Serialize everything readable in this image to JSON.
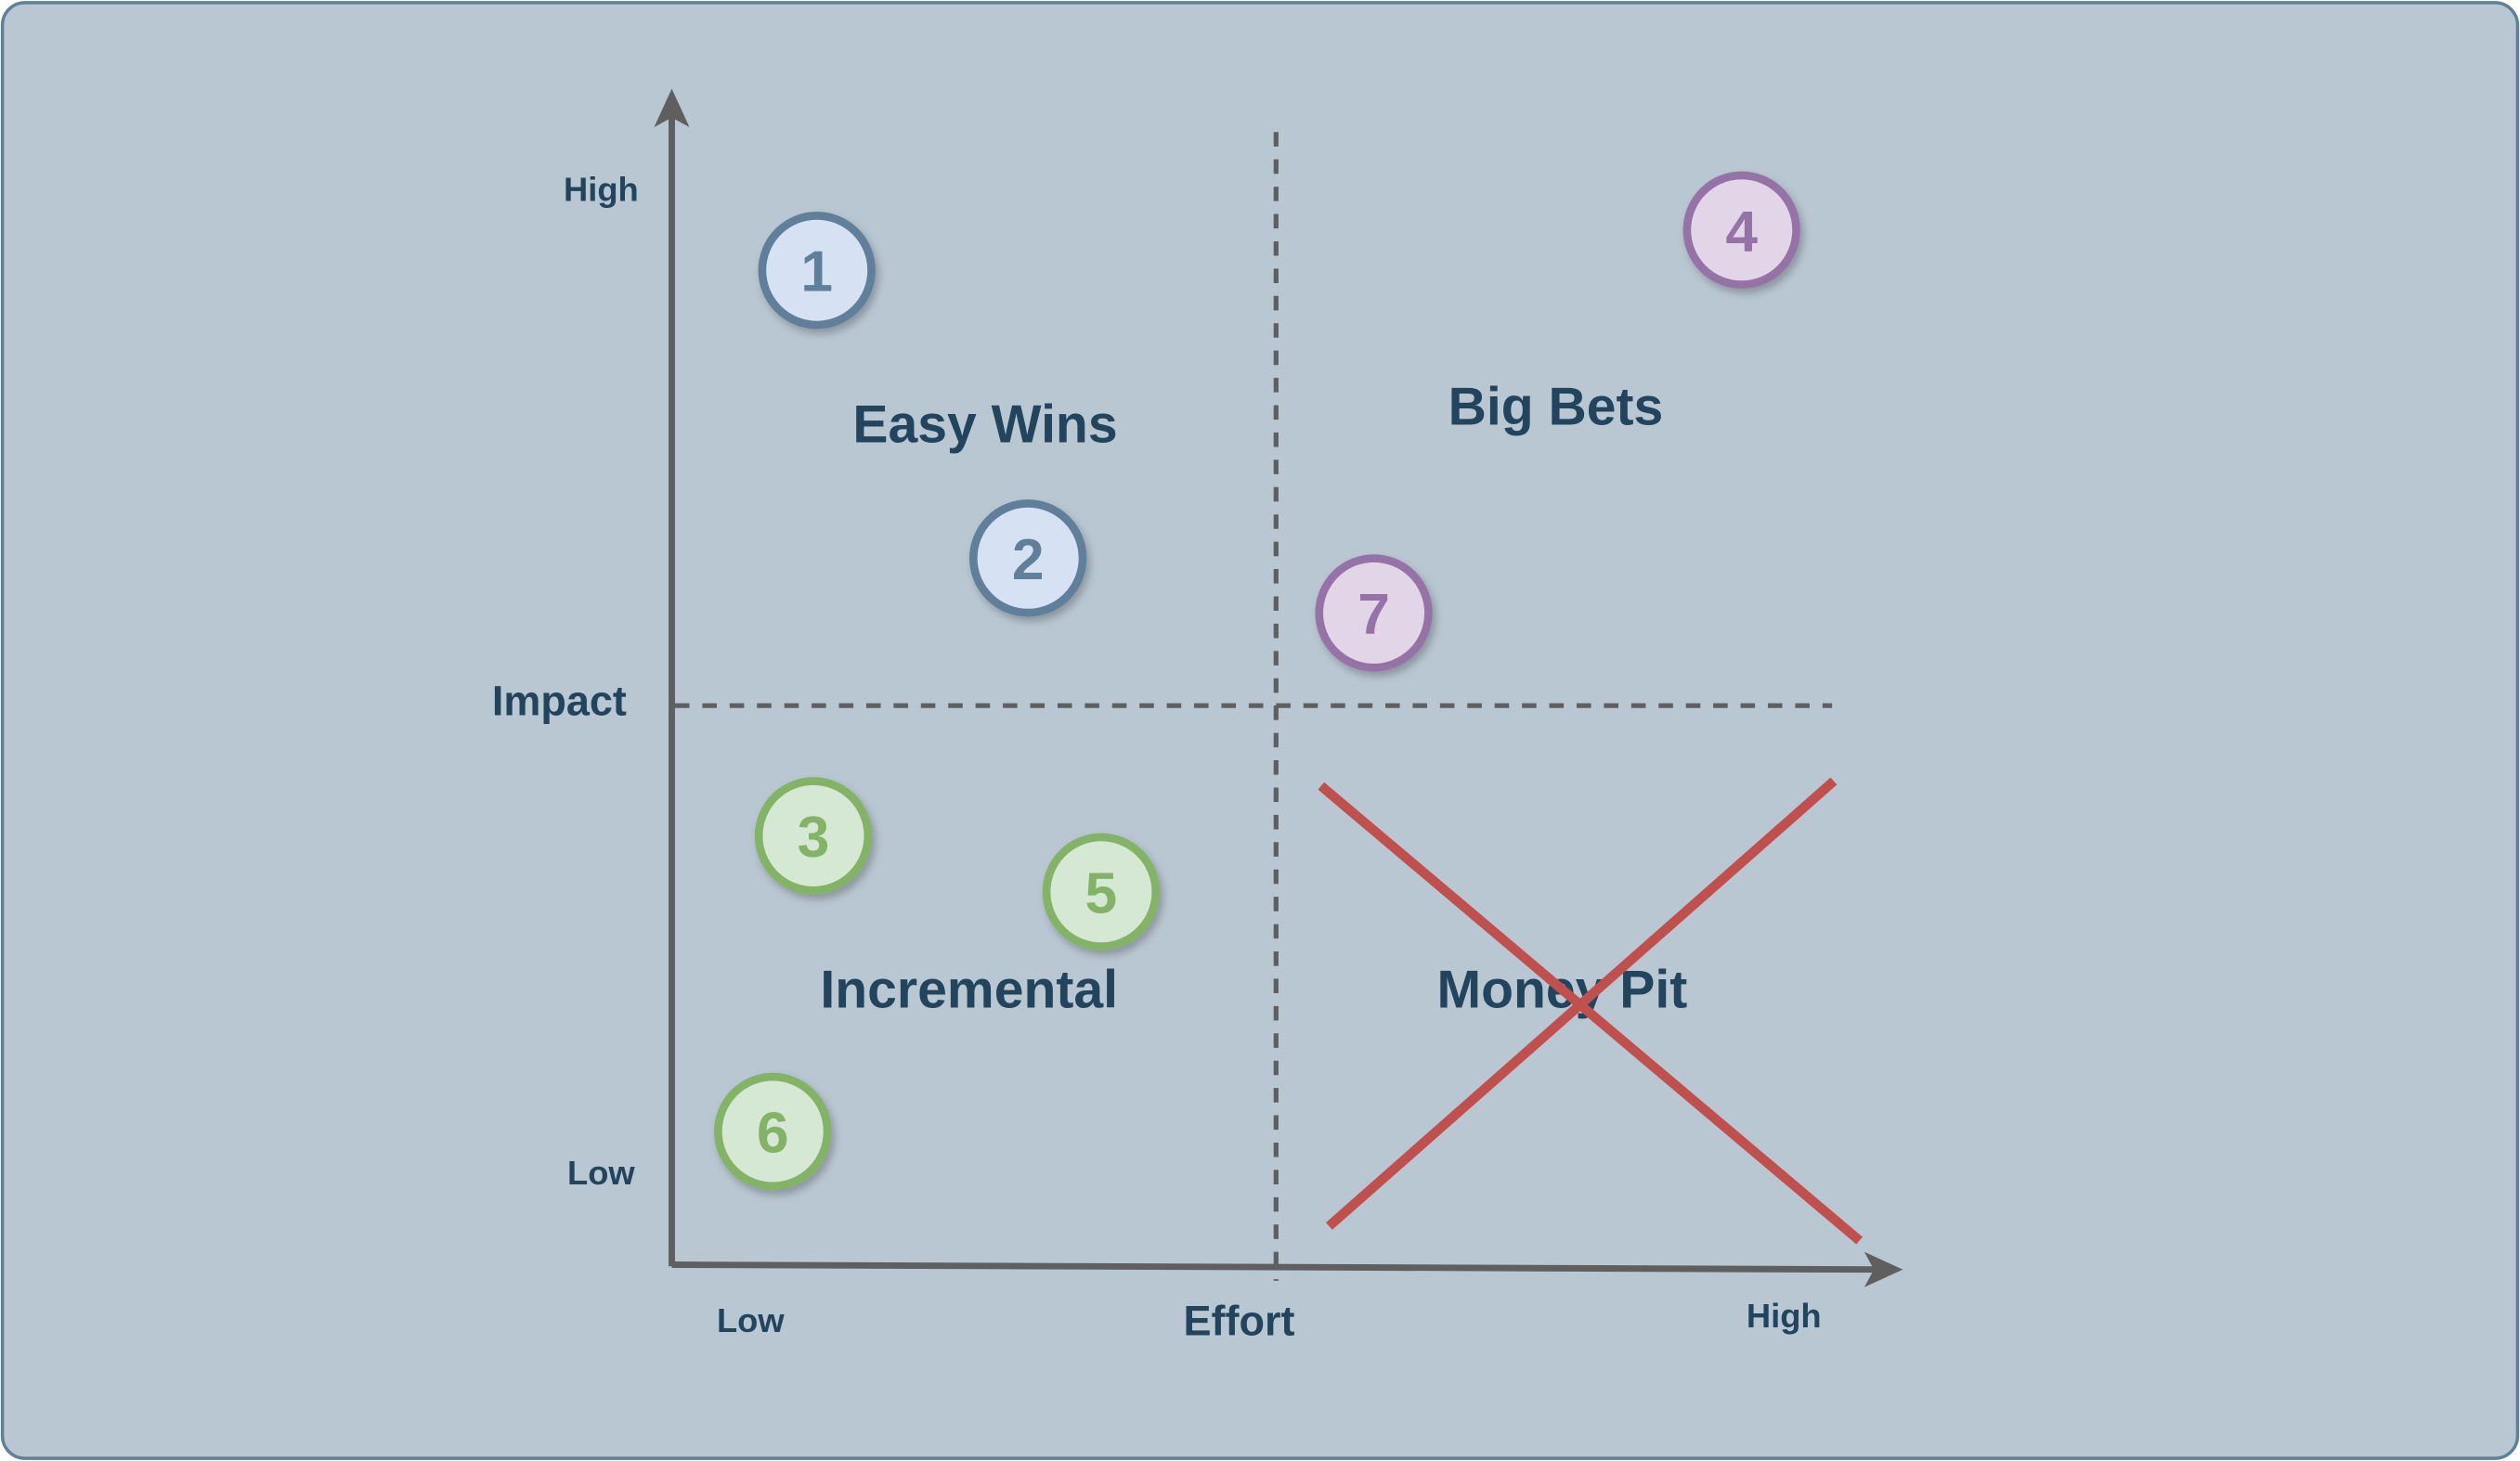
{
  "axes": {
    "y_label": "Impact",
    "x_label": "Effort",
    "y_high": "High",
    "y_low": "Low",
    "x_low": "Low",
    "x_high": "High"
  },
  "quadrants": {
    "top_left": "Easy Wins",
    "top_right": "Big Bets",
    "bottom_left": "Incremental",
    "bottom_right": "Money Pit"
  },
  "colors": {
    "background": "#b9c7d2",
    "text": "#23445d",
    "axis": "#5f5f5f",
    "cross": "#c0504d",
    "blue": {
      "stroke": "#5f7f9b",
      "fill": "#d6e2f3"
    },
    "purple": {
      "stroke": "#9673a6",
      "fill": "#e1d5e7"
    },
    "green": {
      "stroke": "#82b366",
      "fill": "#d5e8d4"
    }
  },
  "chart_data": {
    "type": "scatter",
    "xlabel": "Effort",
    "ylabel": "Impact",
    "xlim": [
      0,
      100
    ],
    "ylim": [
      0,
      100
    ],
    "points": [
      {
        "label": "1",
        "effort": 12.5,
        "impact": 88.8,
        "group": "blue"
      },
      {
        "label": "2",
        "effort": 30.7,
        "impact": 63.1,
        "group": "blue"
      },
      {
        "label": "3",
        "effort": 12.2,
        "impact": 38.3,
        "group": "green"
      },
      {
        "label": "4",
        "effort": 92.2,
        "impact": 92.4,
        "group": "purple"
      },
      {
        "label": "5",
        "effort": 37.0,
        "impact": 33.3,
        "group": "green"
      },
      {
        "label": "6",
        "effort": 8.7,
        "impact": 11.9,
        "group": "green"
      },
      {
        "label": "7",
        "effort": 60.5,
        "impact": 58.2,
        "group": "purple"
      }
    ]
  }
}
